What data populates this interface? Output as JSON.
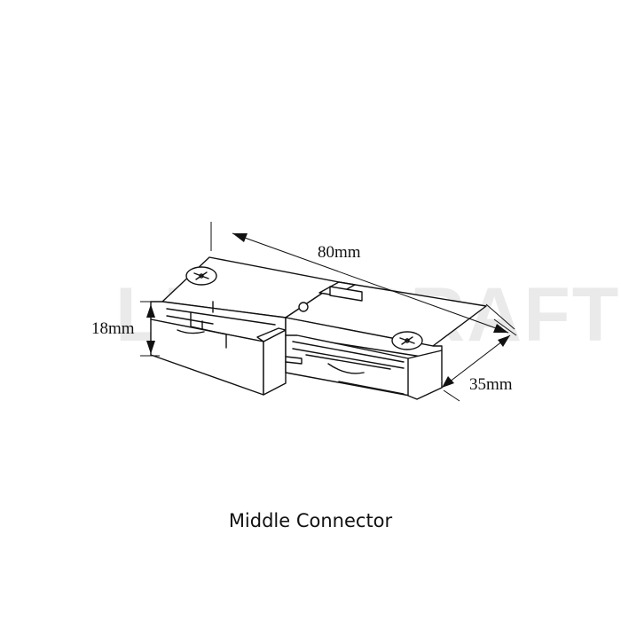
{
  "watermark": "LIGHTCRAFT",
  "dimensions": {
    "length": "80mm",
    "height": "18mm",
    "width": "35mm"
  },
  "caption": "Middle Connector"
}
